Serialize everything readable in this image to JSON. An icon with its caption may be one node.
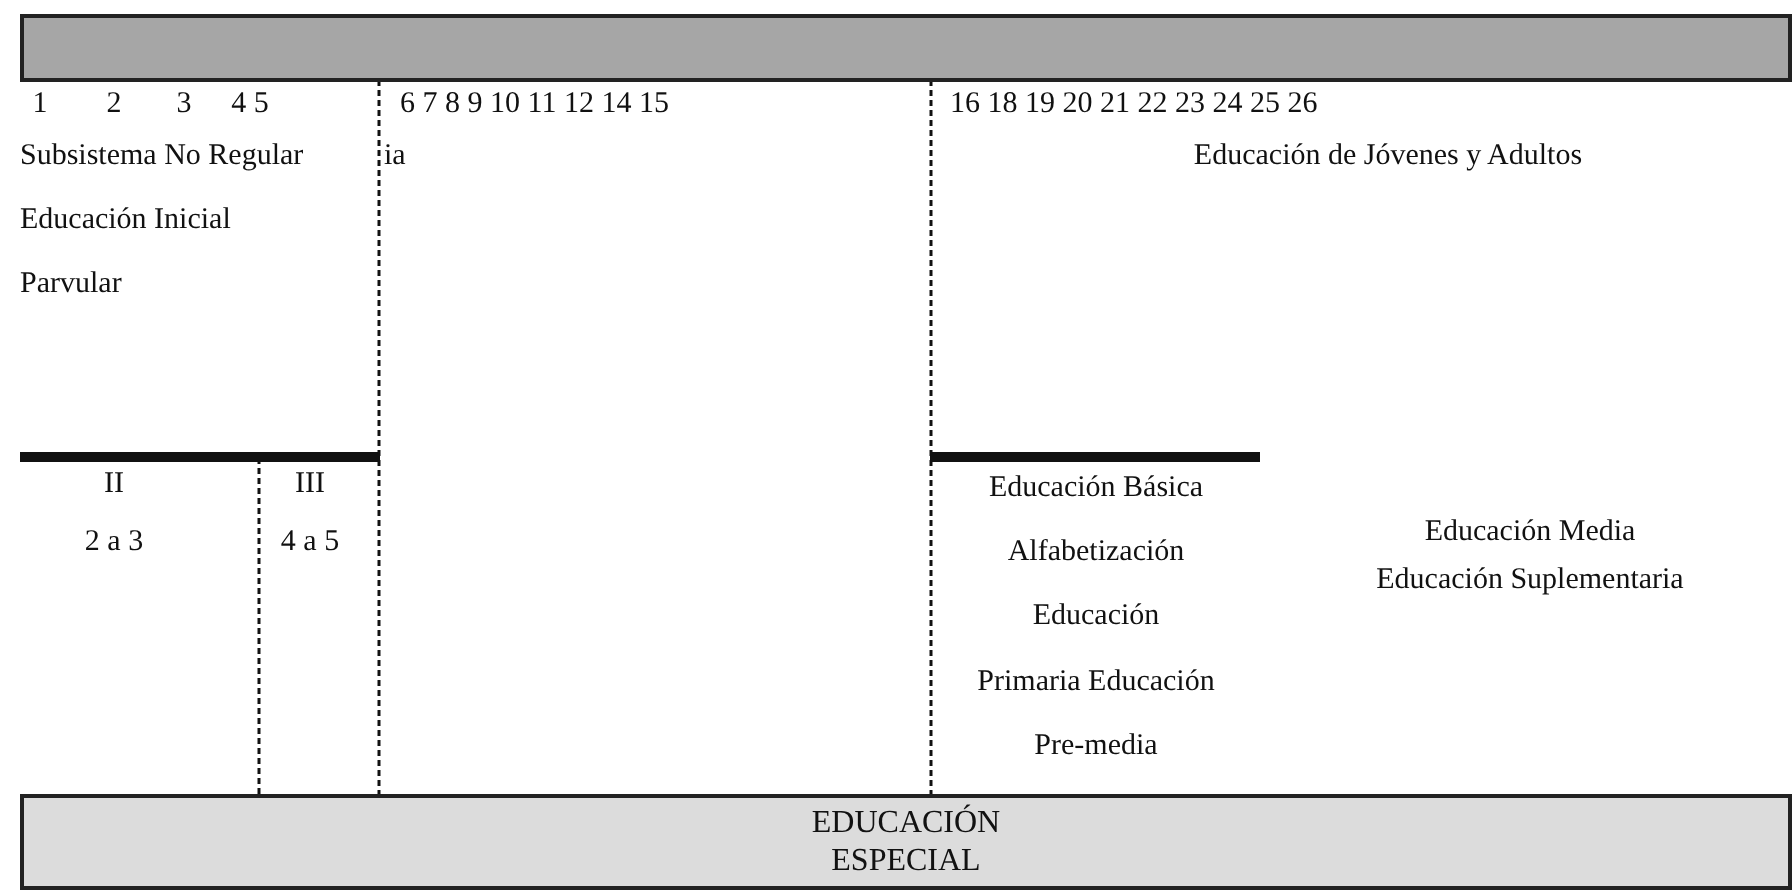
{
  "diagram": {
    "nodes": [
      {
        "text": [],
        "shape": "bar"
      },
      {
        "text": [
          "EDUCACIÓN ESPECIAL"
        ]
      }
    ],
    "labels": [
      "1",
      "2",
      "3",
      "4 5",
      "6 7 8 9 10 11 12 14 15",
      "16 18 19 20 21 22 23 24 25 26",
      "Subsistema No Regular",
      "ia",
      "Educación de Jóvenes y Adultos",
      "Educación Inicial",
      "Parvular",
      "II",
      "III",
      "Educación Básica",
      "2 a 3",
      "4 a 5",
      "Educación Media",
      "Alfabetización",
      "Educación Suplementaria",
      "Educación",
      "Primaria Educación",
      "Pre-media"
    ]
  }
}
